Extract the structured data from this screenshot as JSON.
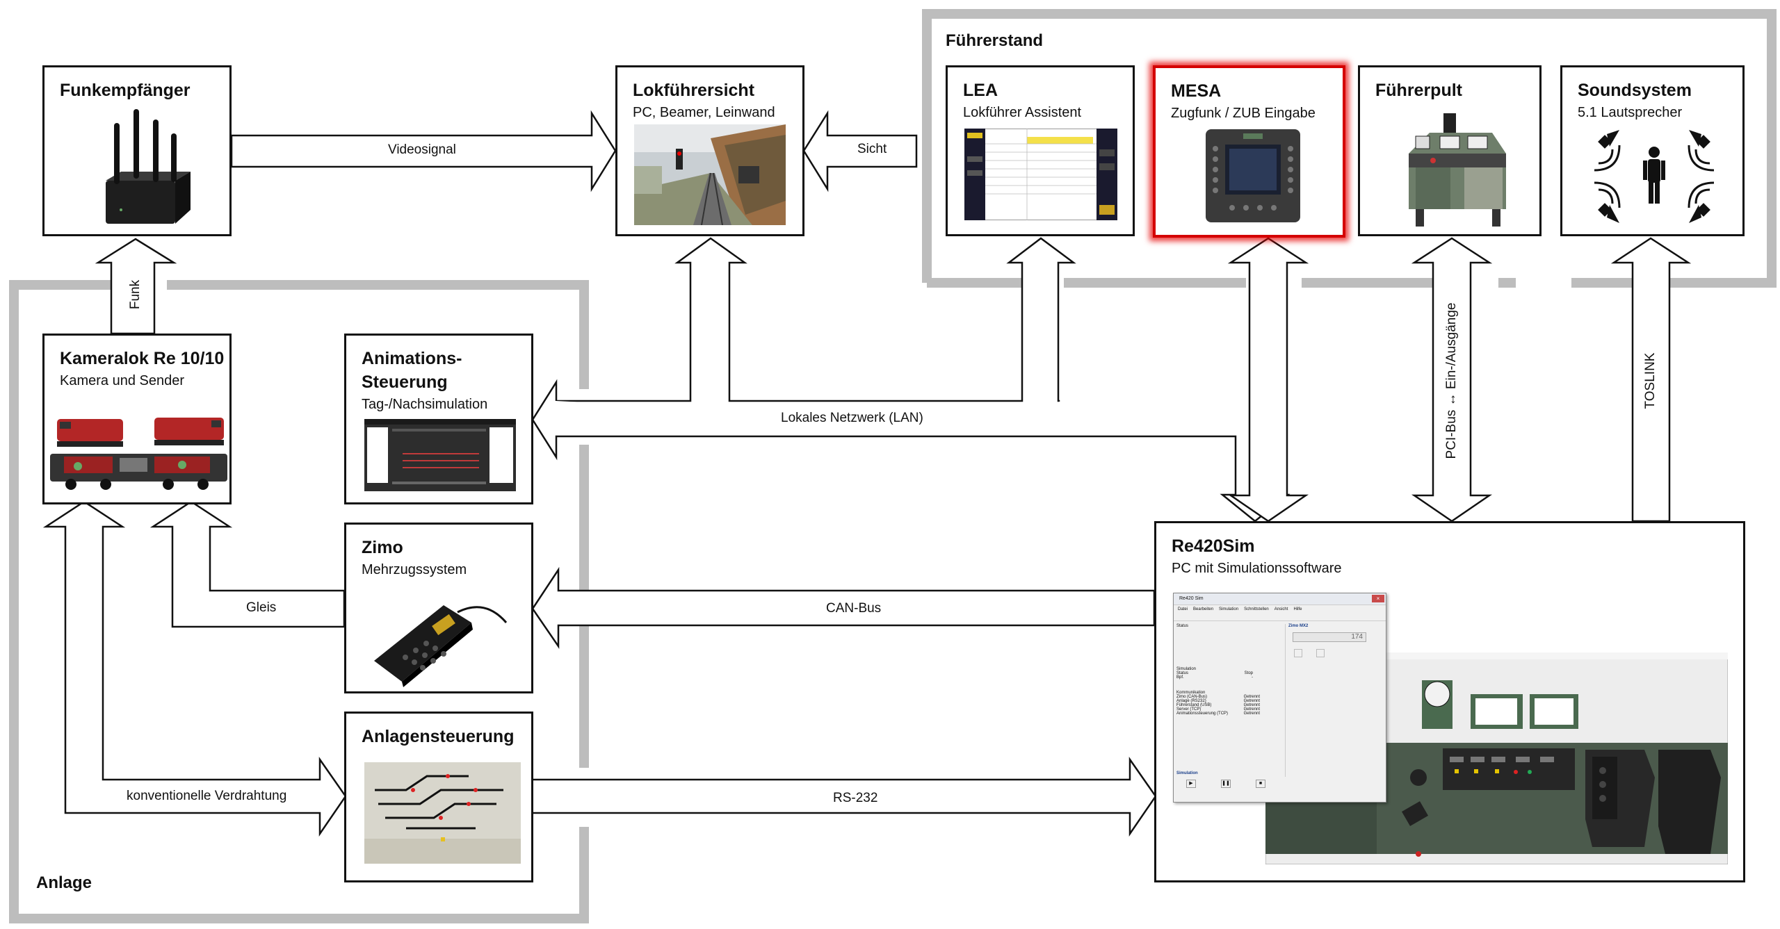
{
  "groups": {
    "fuehrerstand": "Führerstand",
    "anlage": "Anlage"
  },
  "boxes": {
    "funkempfaenger": {
      "title": "Funkempfänger"
    },
    "lokfuehrersicht": {
      "title": "Lokführersicht",
      "subtitle": "PC, Beamer, Leinwand"
    },
    "lea": {
      "title": "LEA",
      "subtitle": "Lokführer Assistent"
    },
    "mesa": {
      "title": "MESA",
      "subtitle": "Zugfunk / ZUB Eingabe"
    },
    "fuehrerpult": {
      "title": "Führerpult"
    },
    "soundsystem": {
      "title": "Soundsystem",
      "subtitle": "5.1 Lautsprecher"
    },
    "kameralok": {
      "title": "Kameralok Re 10/10",
      "subtitle": "Kamera und Sender"
    },
    "animation": {
      "title1": "Animations-",
      "title2": "Steuerung",
      "subtitle": "Tag-/Nachsimulation"
    },
    "zimo": {
      "title": "Zimo",
      "subtitle": "Mehrzugssystem"
    },
    "anlagensteuerung": {
      "title": "Anlagensteuerung"
    },
    "re420sim": {
      "title": "Re420Sim",
      "subtitle": "PC mit Simulationssoftware"
    }
  },
  "connections": {
    "videosignal": "Videosignal",
    "sicht": "Sicht",
    "funk": "Funk",
    "lan": "Lokales Netzwerk (LAN)",
    "pci": "PCI-Bus ↔ Ein-/Ausgänge",
    "toslink": "TOSLINK",
    "gleis": "Gleis",
    "canbus": "CAN-Bus",
    "verdrahtung": "konventionelle Verdrahtung",
    "rs232": "RS-232"
  },
  "screenshot": {
    "window_title": "Re420 Sim",
    "menu": [
      "Datei",
      "Bearbeiten",
      "Simulation",
      "Schnittstellen",
      "Ansicht",
      "Hilfe"
    ],
    "left_heading": "Status",
    "right_heading": "Zimo MX2",
    "speed_value": "174",
    "sim_section": "Simulation",
    "status_rows": [
      {
        "label": "Status",
        "value": "Stop"
      },
      {
        "label": "Bpf.",
        "value": "-"
      }
    ],
    "comm_section": "Kommunikation",
    "comm_rows": [
      {
        "label": "Zimo (CAN-Bus)",
        "value": "Getrennt"
      },
      {
        "label": "Anlage (RS232)",
        "value": "Getrennt"
      },
      {
        "label": "Führerstand (USB)",
        "value": "Getrennt"
      },
      {
        "label": "Server (TCP)",
        "value": "Getrennt"
      },
      {
        "label": "Animationssteuerung (TCP)",
        "value": "Getrennt"
      }
    ],
    "sim_footer": "Simulation"
  },
  "colors": {
    "group_border": "#bdbdbd",
    "mesa_highlight": "#e00000",
    "line": "#111111"
  }
}
